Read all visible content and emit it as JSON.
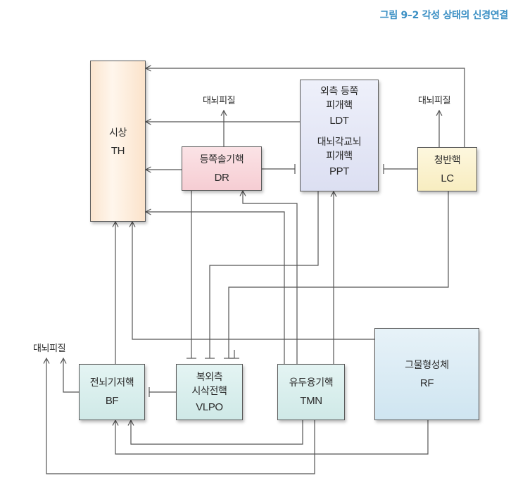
{
  "figure": {
    "title": "그림 9–2 각성 상태의 신경연결"
  },
  "nodes": {
    "th": {
      "name": "시상",
      "abbr": "TH"
    },
    "dr": {
      "name": "등쪽솔기핵",
      "abbr": "DR"
    },
    "ppt": {
      "name_ldt_1": "외측 등쪽",
      "name_ldt_2": "피개핵",
      "abbr_ldt": "LDT",
      "name_ppt_1": "대뇌각교뇌",
      "name_ppt_2": "피개핵",
      "abbr_ppt": "PPT"
    },
    "lc": {
      "name": "청반핵",
      "abbr": "LC"
    },
    "bf": {
      "name": "전뇌기저핵",
      "abbr": "BF"
    },
    "vlpo": {
      "name_1": "복외측",
      "name_2": "시삭전핵",
      "abbr": "VLPO"
    },
    "tmn": {
      "name": "유두융기핵",
      "abbr": "TMN"
    },
    "rf": {
      "name": "그물형성체",
      "abbr": "RF"
    }
  },
  "labels": {
    "cortex_dr": "대뇌피질",
    "cortex_lc": "대뇌피질",
    "cortex_bf": "대뇌피질"
  },
  "colors": {
    "title": "#3a8fc4",
    "line": "#555555"
  }
}
